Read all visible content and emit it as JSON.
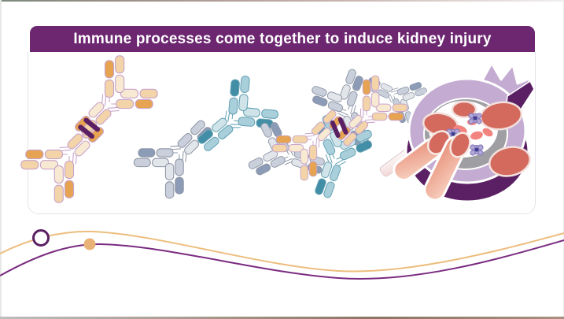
{
  "banner": {
    "title": "Immune processes come together to induce kidney injury",
    "bg_color": "#6c2770",
    "text_color": "#ffffff"
  },
  "panel": {
    "bg_color": "#ffffff",
    "border_color": "#e6e2e9"
  },
  "illustration": {
    "items": [
      {
        "name": "igg-antibody-pair-orange",
        "band_color": "#5b1f63"
      },
      {
        "name": "antibody-gray"
      },
      {
        "name": "antibody-teal"
      },
      {
        "name": "immune-complex-cluster"
      },
      {
        "name": "glomerulus-with-finger-projections"
      }
    ]
  },
  "decor": {
    "curve_orange_color": "#edbd7d",
    "curve_purple_color": "#7a2b80",
    "ring_marker_color": "#5b1f63",
    "dot_marker_color": "#e9b377"
  },
  "palette": {
    "banner_purple": "#6c2770",
    "deep_purple": "#5b1f63",
    "lavender": "#c4abd2",
    "antibody_orange": "#e6a351",
    "antibody_cream": "#f6e3c8",
    "antibody_slate_blue": "#8d9cb6",
    "antibody_pale_blue": "#c9d0dc",
    "antibody_teal": "#418ea6",
    "antibody_pale_teal": "#a9cfdb",
    "capillary_salmon": "#d4695e",
    "blob_pink": "#f2837e",
    "glomerulus_gray": "#9f9fa3"
  }
}
